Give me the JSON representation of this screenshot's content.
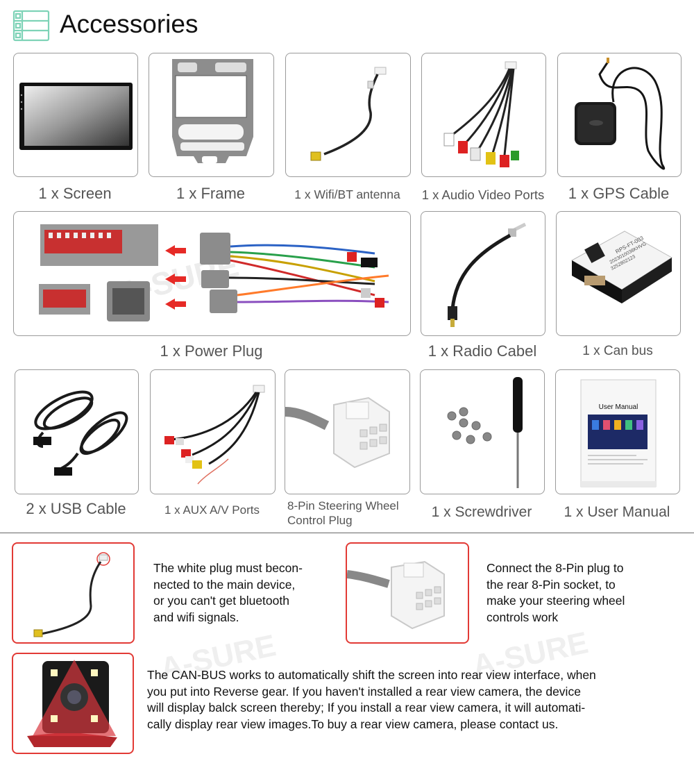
{
  "header": {
    "title": "Accessories",
    "icon": "list-icon",
    "icon_color": "#7ed3b7"
  },
  "items": [
    {
      "caption": "1 x Screen",
      "icon": "screen-icon"
    },
    {
      "caption": "1 x Frame",
      "icon": "frame-icon"
    },
    {
      "caption": "1 x Wifi/BT antenna",
      "icon": "antenna-icon"
    },
    {
      "caption": "1 x Audio Video Ports",
      "icon": "av-cable-icon"
    },
    {
      "caption": "1 x GPS Cable",
      "icon": "gps-icon"
    },
    {
      "caption": "1 x Power Plug",
      "icon": "power-harness-icon"
    },
    {
      "caption": "1 x Radio Cabel",
      "icon": "radio-cable-icon"
    },
    {
      "caption": "1 x Can bus",
      "icon": "canbus-icon"
    },
    {
      "caption": "2 x USB Cable",
      "icon": "usb-cable-icon"
    },
    {
      "caption": "1 x AUX A/V Ports",
      "icon": "aux-cable-icon"
    },
    {
      "caption": "8-Pin Steering Wheel Control Plug",
      "caption_line1": "8-Pin Steering Wheel",
      "caption_line2": "Control Plug",
      "icon": "steering-plug-icon"
    },
    {
      "caption": "1 x Screwdriver",
      "icon": "screwdriver-icon"
    },
    {
      "caption": "1 x User Manual",
      "icon": "manual-icon"
    }
  ],
  "canbus_label": {
    "line1": "RPS-FT-003",
    "line2": "2023010038KHVG",
    "line3": "3252802123"
  },
  "manual_label": "User Manual",
  "notes": {
    "wifi": "The white plug must becon-nected to the main device, or you can't get bluetooth and wifi signals.",
    "wifi_lines": [
      "The white plug must becon-",
      "nected to the main device,",
      "or you can't get bluetooth",
      "and wifi signals."
    ],
    "steering": "Connect the 8-Pin plug to the rear 8-Pin socket, to make your steering wheel controls work",
    "steering_lines": [
      "Connect the 8-Pin plug to",
      "the rear 8-Pin socket, to",
      "make your steering wheel",
      "controls work"
    ],
    "canbus": "The CAN-BUS works to automatically shift the screen into rear view interface, when you put into Reverse gear. If you haven't installed a rear view camera, the device will display balck screen thereby; If you install a rear view camera, it will automati-cally display rear view images.To buy a rear view camera, please contact us.",
    "canbus_lines": [
      "The CAN-BUS works to automatically shift the screen into rear view interface, when",
      "you put into Reverse gear. If you haven't installed a rear view camera, the device",
      "will display balck screen thereby; If you install a rear view camera, it will automati-",
      "cally display rear view images.To buy a rear view camera, please contact us."
    ]
  },
  "watermark": "A-SURE",
  "colors": {
    "accent_red": "#e23a35",
    "card_border": "#9a9a9a",
    "caption": "#555555"
  }
}
